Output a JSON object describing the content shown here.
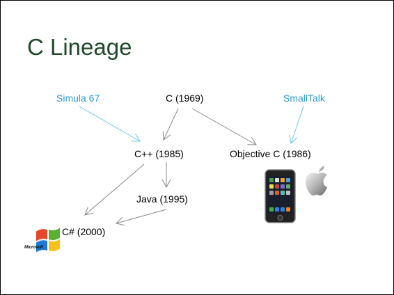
{
  "slide": {
    "title": "C Lineage"
  },
  "nodes": {
    "simula": "Simula 67",
    "c": "C  (1969)",
    "smalltalk": "SmallTalk",
    "cpp": "C++  (1985)",
    "objc": "Objective C  (1986)",
    "java": "Java  (1995)",
    "csharp": "C# (2000)"
  },
  "logos": {
    "microsoft_wordmark": "Microsoft"
  },
  "colors": {
    "title": "#1f4a2a",
    "influence_arrow": "#6ec3ee",
    "lineage_arrow": "#888888"
  },
  "icons": [
    "microsoft-windows-logo-icon",
    "iphone-icon",
    "apple-logo-icon"
  ]
}
